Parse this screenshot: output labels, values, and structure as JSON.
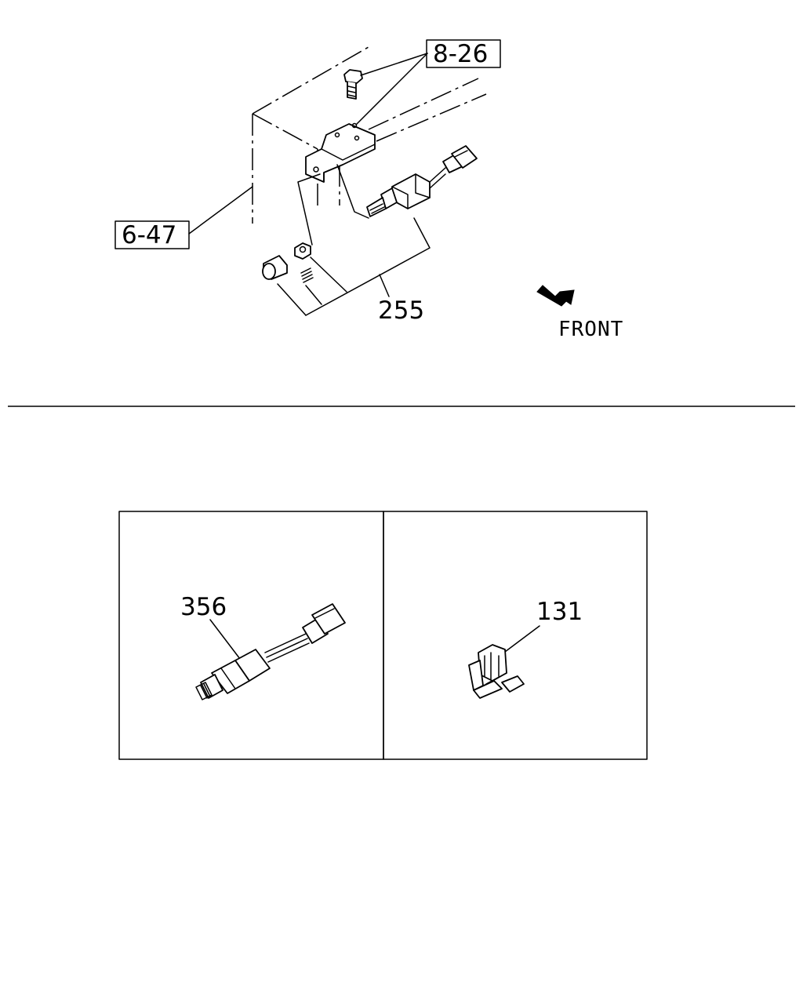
{
  "callouts": {
    "ref_8_26": "8-26",
    "ref_6_47": "6-47",
    "part_255": "255",
    "part_356": "356",
    "part_131": "131"
  },
  "direction": {
    "label": "FRONT"
  },
  "icons": {
    "direction_arrow": "front-arrow-icon"
  }
}
